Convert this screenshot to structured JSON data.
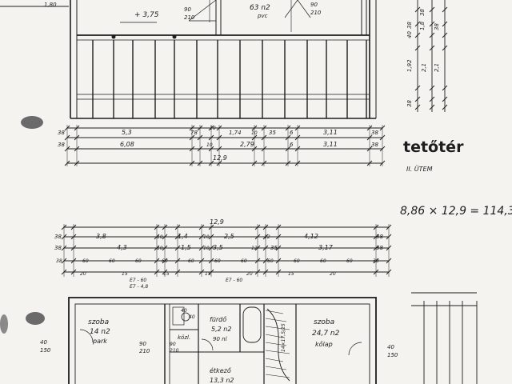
{
  "labels": {
    "title": "tetőtér",
    "subtitle": "II. ÜTEM",
    "area_formula": "8,86 × 12,9 = 114,3",
    "upper": {
      "top_left_dim": "1,80",
      "level": "+ 3,75",
      "door_left": "90",
      "door_left_h": "210",
      "door_right": "90",
      "door_right_h": "210",
      "room_center": "63 n2",
      "room_center_floor": "pvc",
      "right_col": [
        "38",
        "40",
        "38",
        "1,8",
        "1,92",
        "2,1",
        "2,1",
        "38",
        "38"
      ],
      "row1": [
        "38",
        "5,3",
        "78",
        "10",
        "1,74",
        "10",
        "35",
        "6",
        "3,11",
        "38"
      ],
      "row2": [
        "38",
        "6,08",
        "10",
        "2,79",
        "6",
        "3,11",
        "38"
      ],
      "total": "12,9"
    },
    "lower": {
      "total": "12,9",
      "row1": [
        "38",
        "3,8",
        "10",
        "1,4",
        "10",
        "2,5",
        "12",
        "4,12",
        "38"
      ],
      "row2": [
        "38",
        "4,3",
        "10",
        "1,5",
        "10",
        "3,5",
        "12",
        "35",
        "3,17",
        "38"
      ],
      "row3": [
        "38",
        "60",
        "60",
        "60",
        "60",
        "60",
        "60",
        "60",
        "60",
        "60",
        "60",
        "60",
        "38"
      ],
      "row4": [
        "20",
        "15",
        "15",
        "15",
        "20",
        "15",
        "20"
      ],
      "below_row": [
        "E7 - 60",
        "E7 - 4,8",
        "E7 - 60"
      ],
      "rooms": {
        "left": {
          "name": "szoba",
          "area": "14 n2",
          "floor": "park"
        },
        "bath": {
          "name": "fürdő",
          "area": "5,2 n2",
          "floor": "90 nl"
        },
        "wc": {
          "name": "közl.",
          "area": ""
        },
        "dining": {
          "name": "étkező",
          "area": "13,3 n2"
        },
        "right": {
          "name": "szoba",
          "area": "24,7 n2",
          "floor": "kőlap"
        }
      },
      "door_labels": [
        "40",
        "150",
        "90",
        "210",
        "40",
        "40",
        "90",
        "210",
        "40",
        "150"
      ],
      "stair_label": "14×17,5/25"
    }
  }
}
